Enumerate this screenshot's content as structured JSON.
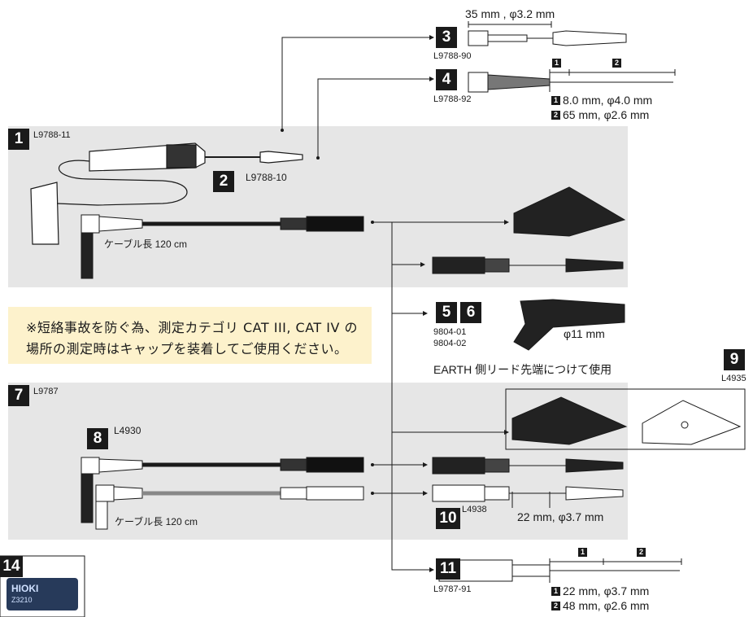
{
  "items": {
    "i1": {
      "num": "1",
      "model": "L9788-11"
    },
    "i2": {
      "num": "2",
      "model": "L9788-10"
    },
    "i3": {
      "num": "3",
      "model": "L9788-90",
      "dim": "35 mm , φ3.2 mm"
    },
    "i4": {
      "num": "4",
      "model": "L9788-92",
      "seg1_num": "1",
      "seg2_num": "2",
      "spec1": "8.0 mm, φ4.0 mm",
      "spec2": "65 mm, φ2.6 mm"
    },
    "i5": {
      "num": "5",
      "model": "9804-01"
    },
    "i6": {
      "num": "6",
      "model": "9804-02",
      "dim": "φ11 mm",
      "usage": "EARTH 側リード先端につけて使用"
    },
    "i7": {
      "num": "7",
      "model": "L9787"
    },
    "i8": {
      "num": "8",
      "model": "L4930"
    },
    "i9": {
      "num": "9",
      "model": "L4935"
    },
    "i10": {
      "num": "10",
      "model": "L4938",
      "dim": "22 mm, φ3.7 mm"
    },
    "i11": {
      "num": "11",
      "model": "L9787-91",
      "seg1_num": "1",
      "seg2_num": "2",
      "spec1": "22 mm, φ3.7 mm",
      "spec2": "48 mm, φ2.6 mm"
    },
    "i14": {
      "num": "14",
      "brand": "HIOKI",
      "device": "Z3210"
    }
  },
  "cable_length_upper": "ケーブル長 120 cm",
  "cable_length_lower": "ケーブル長 120 cm",
  "caution": {
    "line1": "※短絡事故を防ぐ為、測定カテゴリ CAT III, CAT IV の",
    "line2": "場所の測定時はキャップを装着してご使用ください。"
  },
  "colors": {
    "panel": "#e6e6e6",
    "note_bg": "#fdf2cc",
    "badge": "#1a1a1a",
    "ink": "#1a1a1a"
  }
}
